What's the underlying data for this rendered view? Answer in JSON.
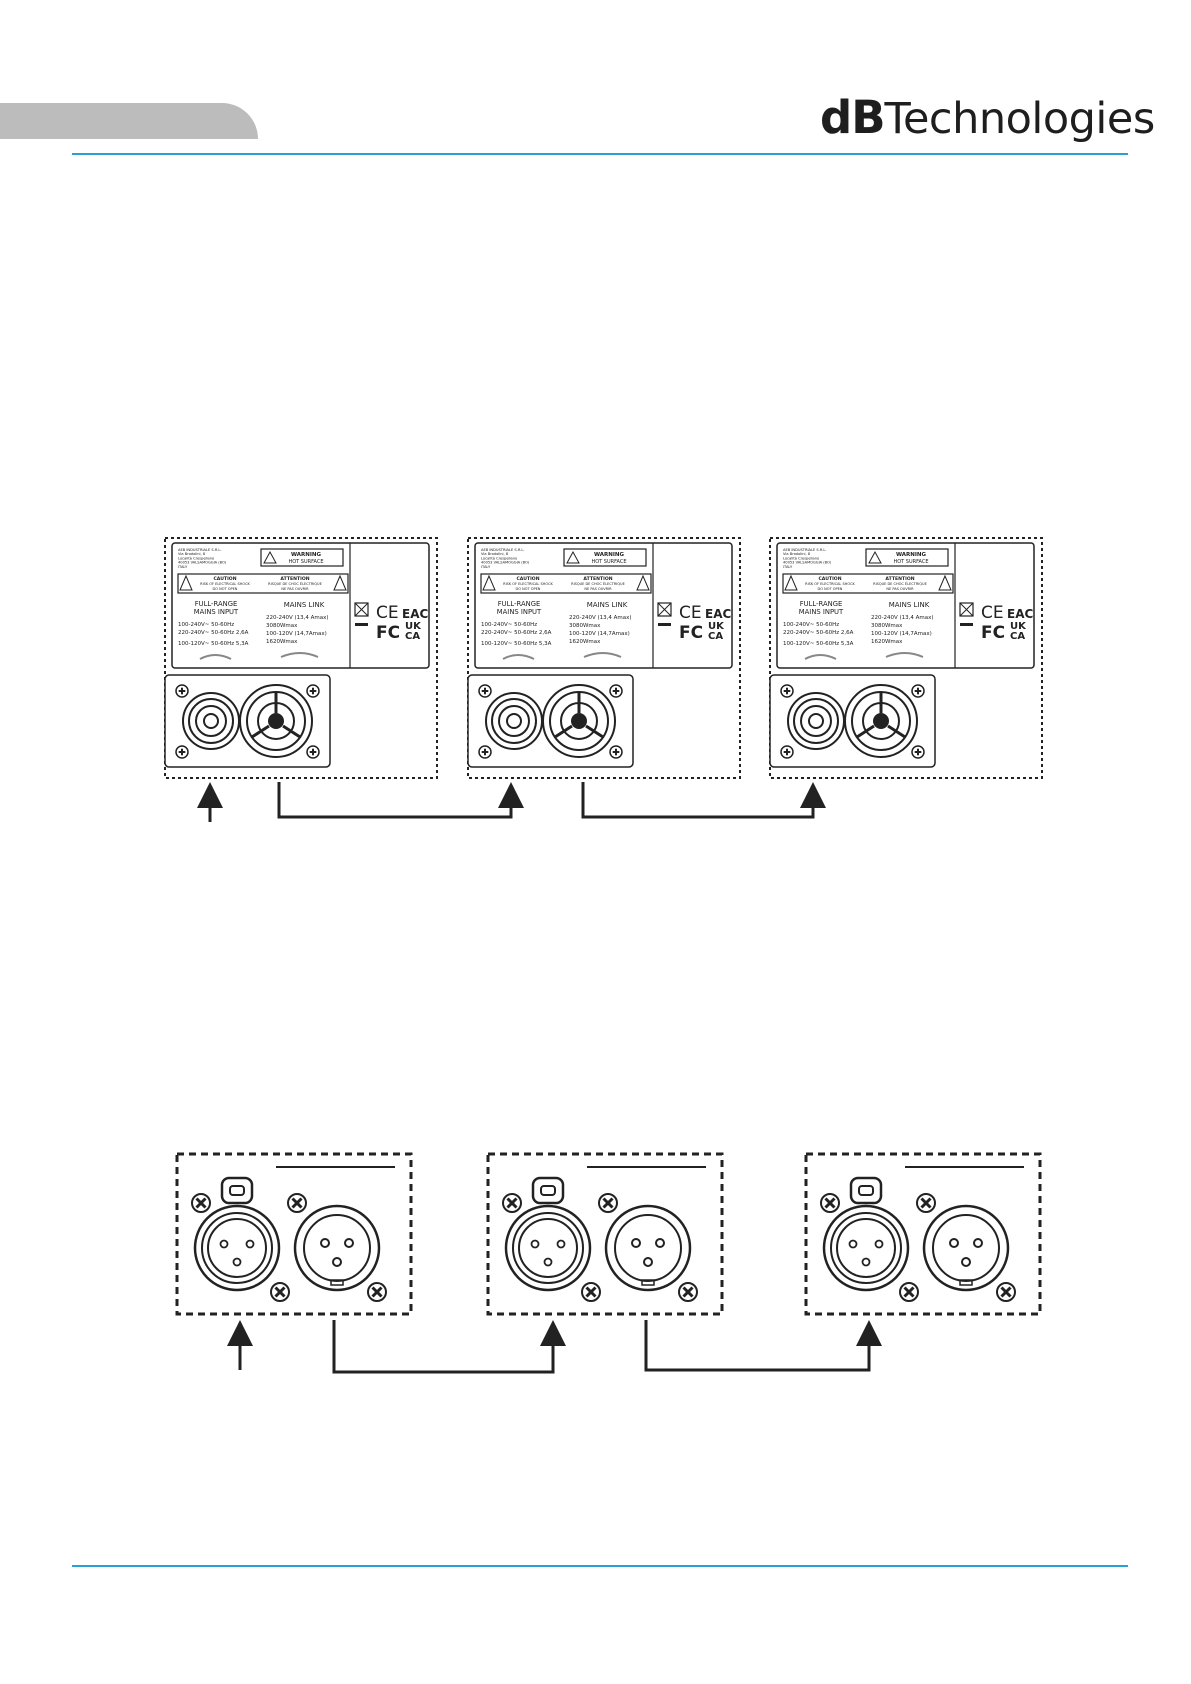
{
  "header": {
    "logo_bold": "dB",
    "logo_rest": "Technologies",
    "accent_color": "#2c9fd6"
  },
  "mains_diagram": {
    "panel_labels": {
      "company_lines": [
        "AEB INDUSTRIALE S.R.L.",
        "Via Brodolini, 8",
        "Località Crespellano",
        "40053 VALSAMOGGIA (BO)",
        "ITALY"
      ],
      "warning": "WARNING",
      "hot_surface": "HOT SURFACE",
      "caution": "CAUTION",
      "caution_sub": "RISK OF ELECTRICAL SHOCK",
      "caution_sub2": "DO NOT OPEN",
      "attention": "ATTENTION",
      "attention_sub": "RISQUE DE CHOC ÉLECTRIQUE",
      "attention_sub2": "NE PAS OUVRIR",
      "input_title_1": "FULL-RANGE",
      "input_title_2": "MAINS INPUT",
      "input_spec_1": "100-240V~ 50-60Hz",
      "input_spec_2": "220-240V~ 50-60Hz 2,6A",
      "input_spec_3": "100-120V~ 50-60Hz 5,3A",
      "link_title": "MAINS LINK",
      "link_spec_1": "220-240V   (13,4 Amax)",
      "link_spec_2": "3080Wmax",
      "link_spec_3": "100-120V   (14,7Amax)",
      "link_spec_4": "1620Wmax",
      "ce": "CE",
      "eac": "EAC",
      "fc": "FC",
      "uk": "UK",
      "ca": "CA"
    },
    "panel_count": 3,
    "icons": [
      "powercon-input-icon",
      "powercon-link-icon",
      "arrow-up-icon",
      "weee-bin-icon",
      "warning-triangle-icon"
    ]
  },
  "signal_diagram": {
    "panel_count": 3,
    "icons": [
      "xlr-female-input-icon",
      "xlr-male-link-icon",
      "arrow-up-icon"
    ]
  },
  "colors": {
    "line": "#222222",
    "tab_gray": "#bcbcbc"
  }
}
